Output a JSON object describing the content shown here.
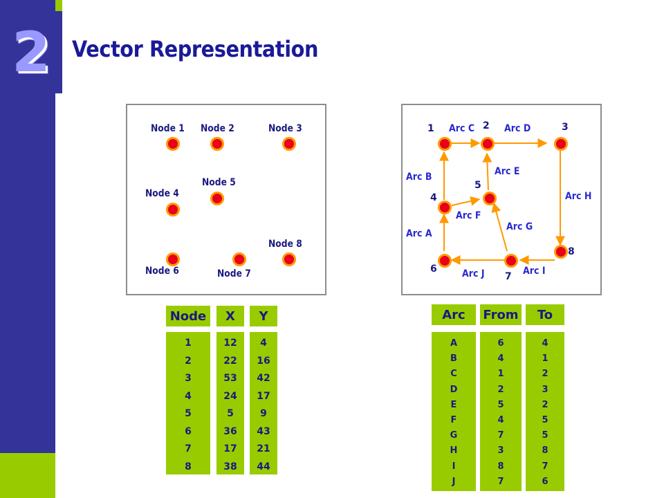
{
  "slide": {
    "number": "2",
    "title": "Vector Representation"
  },
  "nodes_panel": {
    "nodes": [
      {
        "label": "Node 1"
      },
      {
        "label": "Node 2"
      },
      {
        "label": "Node 3"
      },
      {
        "label": "Node 4"
      },
      {
        "label": "Node 5"
      },
      {
        "label": "Node 6"
      },
      {
        "label": "Node 7"
      },
      {
        "label": "Node 8"
      }
    ]
  },
  "arcs_panel": {
    "points": [
      {
        "num": "1"
      },
      {
        "num": "2"
      },
      {
        "num": "3"
      },
      {
        "num": "4"
      },
      {
        "num": "5"
      },
      {
        "num": "6"
      },
      {
        "num": "7"
      },
      {
        "num": "8"
      }
    ],
    "arcs": [
      {
        "label": "Arc A"
      },
      {
        "label": "Arc B"
      },
      {
        "label": "Arc C"
      },
      {
        "label": "Arc D"
      },
      {
        "label": "Arc E"
      },
      {
        "label": "Arc F"
      },
      {
        "label": "Arc G"
      },
      {
        "label": "Arc H"
      },
      {
        "label": "Arc I"
      },
      {
        "label": "Arc J"
      }
    ]
  },
  "node_table": {
    "headers": [
      "Node",
      "X",
      "Y"
    ],
    "node": [
      "1",
      "2",
      "3",
      "4",
      "5",
      "6",
      "7",
      "8"
    ],
    "x": [
      "12",
      "22",
      "53",
      "24",
      "5",
      "36",
      "17",
      "38"
    ],
    "y": [
      "4",
      "16",
      "42",
      "17",
      "9",
      "43",
      "21",
      "44"
    ]
  },
  "arc_table": {
    "headers": [
      "Arc",
      "From",
      "To"
    ],
    "arc": [
      "A",
      "B",
      "C",
      "D",
      "E",
      "F",
      "G",
      "H",
      "I",
      "J"
    ],
    "from": [
      "6",
      "4",
      "1",
      "2",
      "5",
      "4",
      "7",
      "3",
      "8",
      "7"
    ],
    "to": [
      "4",
      "1",
      "2",
      "3",
      "2",
      "5",
      "5",
      "8",
      "7",
      "6"
    ]
  },
  "colors": {
    "navy": "#33339a",
    "green": "#99cc00",
    "node_fill": "#e8001a",
    "node_ring": "#ff9900",
    "arrow": "#ff9900"
  }
}
